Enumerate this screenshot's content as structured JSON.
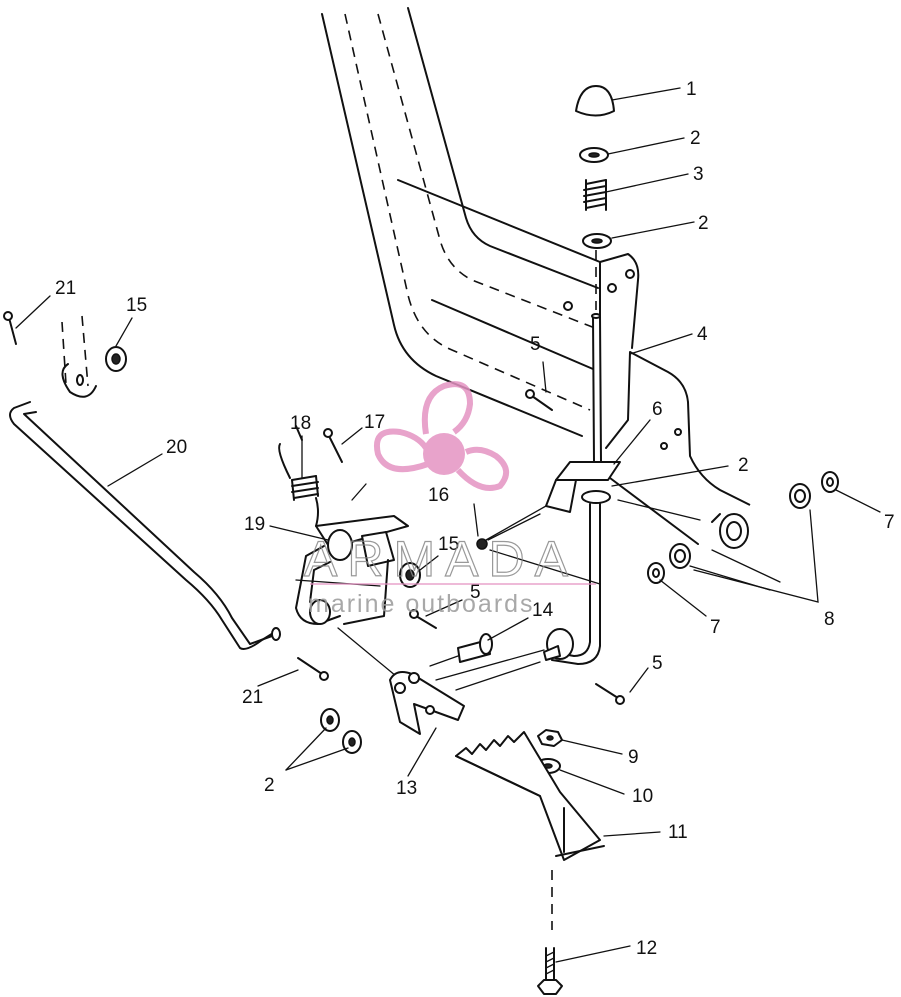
{
  "diagram": {
    "callouts": [
      {
        "id": "c1",
        "label": "1"
      },
      {
        "id": "c2a",
        "label": "2"
      },
      {
        "id": "c3",
        "label": "3"
      },
      {
        "id": "c2b",
        "label": "2"
      },
      {
        "id": "c4",
        "label": "4"
      },
      {
        "id": "c5a",
        "label": "5"
      },
      {
        "id": "c6",
        "label": "6"
      },
      {
        "id": "c2c",
        "label": "2"
      },
      {
        "id": "c21a",
        "label": "21"
      },
      {
        "id": "c15a",
        "label": "15"
      },
      {
        "id": "c20",
        "label": "20"
      },
      {
        "id": "c18",
        "label": "18"
      },
      {
        "id": "c17",
        "label": "17"
      },
      {
        "id": "c16",
        "label": "16"
      },
      {
        "id": "c19",
        "label": "19"
      },
      {
        "id": "c15b",
        "label": "15"
      },
      {
        "id": "c5b",
        "label": "5"
      },
      {
        "id": "c14",
        "label": "14"
      },
      {
        "id": "c7a",
        "label": "7"
      },
      {
        "id": "c7b",
        "label": "7"
      },
      {
        "id": "c8",
        "label": "8"
      },
      {
        "id": "c5c",
        "label": "5"
      },
      {
        "id": "c21b",
        "label": "21"
      },
      {
        "id": "c9",
        "label": "9"
      },
      {
        "id": "c2d",
        "label": "2"
      },
      {
        "id": "c13",
        "label": "13"
      },
      {
        "id": "c10",
        "label": "10"
      },
      {
        "id": "c11",
        "label": "11"
      },
      {
        "id": "c12",
        "label": "12"
      }
    ]
  },
  "watermark": {
    "brand": "ARMADA",
    "tagline": "marine outboards",
    "logo_color": "#e493c2",
    "text_color": "#888888"
  }
}
